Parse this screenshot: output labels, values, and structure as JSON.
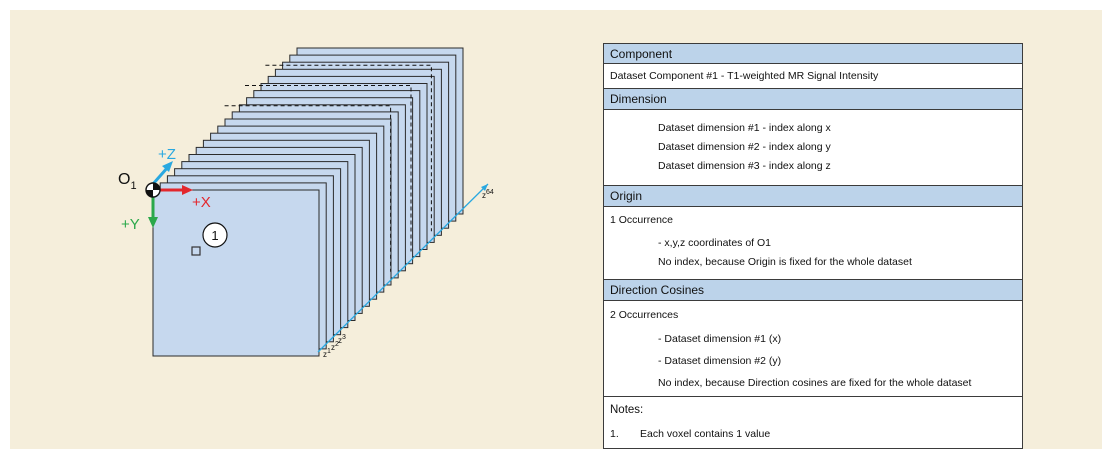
{
  "diagram": {
    "origin_label": "O",
    "origin_subscript": "1",
    "axes": {
      "z": "+Z",
      "x": "+X",
      "y": "+Y"
    },
    "voxel_callout": "1",
    "slice_labels": [
      {
        "main": "z",
        "sub": "1"
      },
      {
        "main": "z",
        "sub": "2"
      },
      {
        "main": "z",
        "sub": "3"
      },
      {
        "main": "z",
        "sub": "64"
      }
    ],
    "colors": {
      "slice_fill": "#c6d8ee",
      "z_axis": "#29a8e0",
      "x_axis": "#e3272d",
      "y_axis": "#2aa84a",
      "background": "#f5eedb"
    }
  },
  "table": {
    "component_header": "Component",
    "component_value": "Dataset Component #1  - T1-weighted MR Signal Intensity",
    "dimension_header": "Dimension",
    "dimension_lines": [
      "Dataset dimension #1 - index along x",
      "Dataset dimension #2 - index along y",
      "Dataset dimension #3 - index along z"
    ],
    "origin_header": "Origin",
    "origin_occurrences": "1 Occurrence",
    "origin_lines": [
      "- x,y,z coordinates of O1",
      "No index, because Origin is fixed for the whole dataset"
    ],
    "direction_header": "Direction Cosines",
    "direction_occurrences": "2 Occurrences",
    "direction_lines": [
      "- Dataset dimension #1 (x)",
      "- Dataset dimension #2 (y)",
      "No index, because Direction cosines are fixed for the whole dataset"
    ],
    "notes_label": "Notes:",
    "note_number": "1.",
    "note_text": "Each voxel contains 1 value"
  }
}
